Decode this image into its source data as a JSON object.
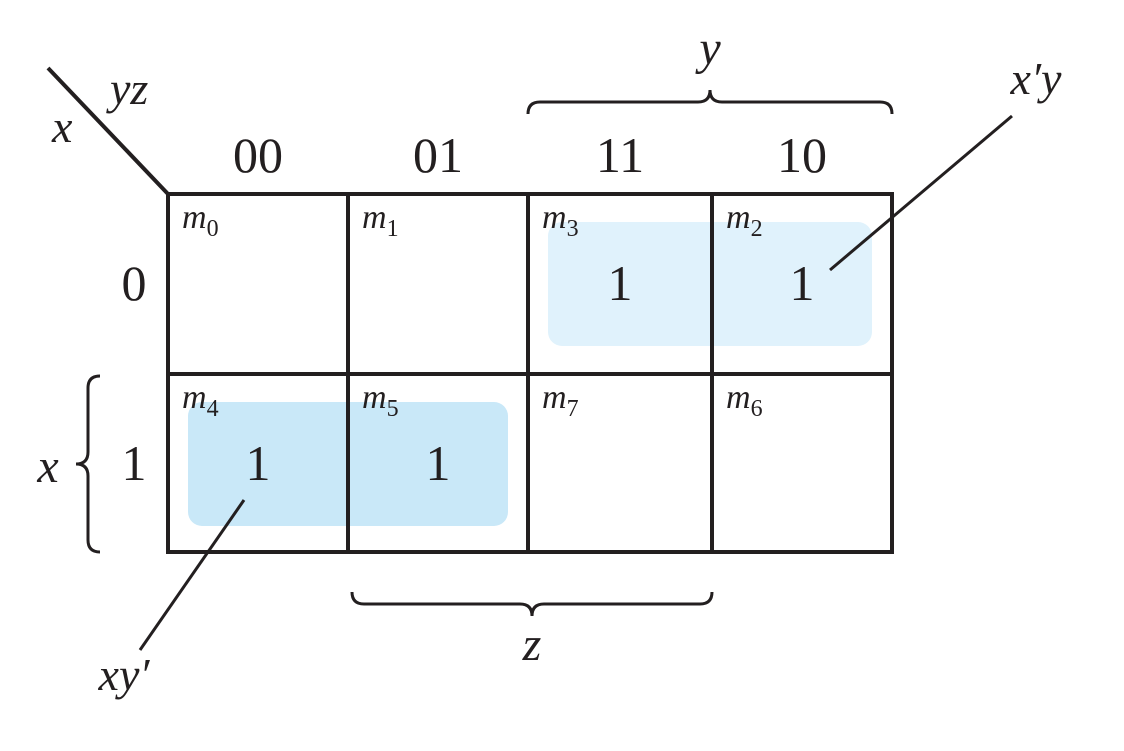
{
  "corner": {
    "column_variables": "yz",
    "row_variable": "x"
  },
  "columns": [
    "00",
    "01",
    "11",
    "10"
  ],
  "rows": [
    "0",
    "1"
  ],
  "cells": [
    [
      {
        "minterm": "m",
        "index": "0",
        "value": ""
      },
      {
        "minterm": "m",
        "index": "1",
        "value": ""
      },
      {
        "minterm": "m",
        "index": "3",
        "value": "1"
      },
      {
        "minterm": "m",
        "index": "2",
        "value": "1"
      }
    ],
    [
      {
        "minterm": "m",
        "index": "4",
        "value": "1"
      },
      {
        "minterm": "m",
        "index": "5",
        "value": "1"
      },
      {
        "minterm": "m",
        "index": "7",
        "value": ""
      },
      {
        "minterm": "m",
        "index": "6",
        "value": ""
      }
    ]
  ],
  "brackets": {
    "y_label": "y",
    "z_label": "z",
    "x_label": "x"
  },
  "groups": [
    {
      "label": "x′y",
      "color": "#e0f2fc"
    },
    {
      "label": "xy′",
      "color": "#c9e8f8"
    }
  ],
  "colors": {
    "ink": "#231f20"
  }
}
